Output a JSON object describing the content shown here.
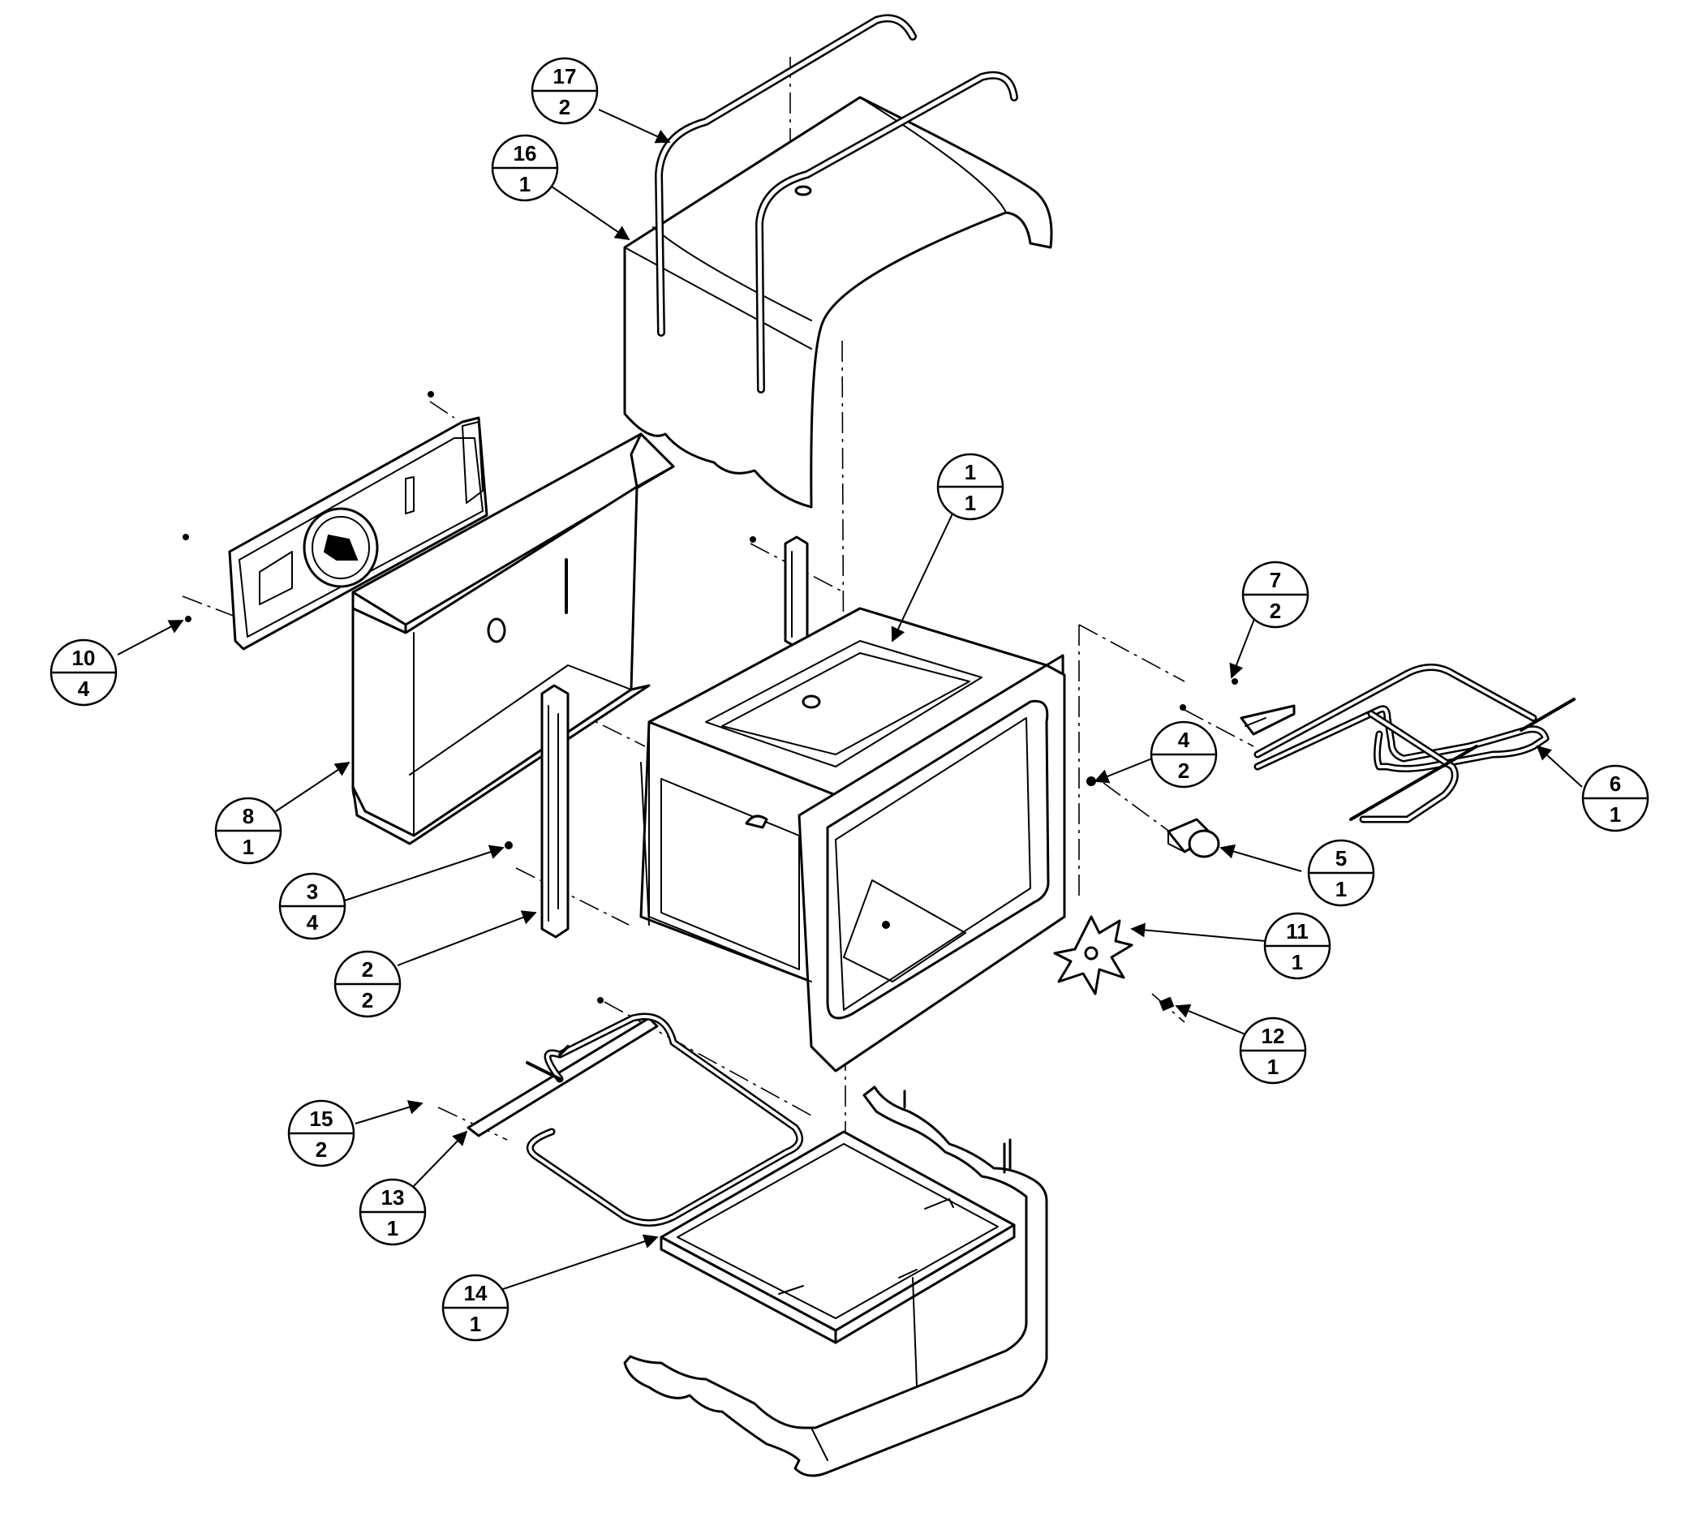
{
  "callouts": [
    {
      "part": "1",
      "qty": "1"
    },
    {
      "part": "2",
      "qty": "2"
    },
    {
      "part": "3",
      "qty": "4"
    },
    {
      "part": "4",
      "qty": "2"
    },
    {
      "part": "5",
      "qty": "1"
    },
    {
      "part": "6",
      "qty": "1"
    },
    {
      "part": "7",
      "qty": "2"
    },
    {
      "part": "8",
      "qty": "1"
    },
    {
      "part": "10",
      "qty": "4"
    },
    {
      "part": "11",
      "qty": "1"
    },
    {
      "part": "12",
      "qty": "1"
    },
    {
      "part": "13",
      "qty": "1"
    },
    {
      "part": "14",
      "qty": "1"
    },
    {
      "part": "15",
      "qty": "2"
    },
    {
      "part": "16",
      "qty": "1"
    },
    {
      "part": "17",
      "qty": "2"
    }
  ],
  "colors": {
    "line": "#000000",
    "background": "#ffffff"
  }
}
